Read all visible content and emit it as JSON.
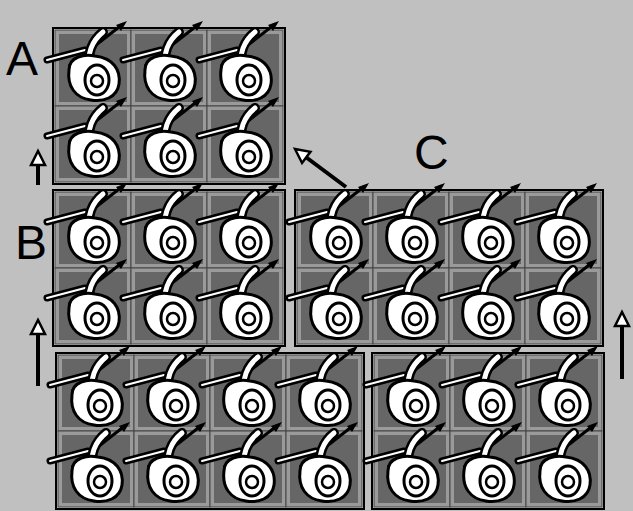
{
  "diagram": {
    "nodes": [
      {
        "text": [
          "A"
        ]
      },
      {
        "text": [
          "B"
        ]
      },
      {
        "text": [
          "C"
        ]
      }
    ],
    "edges": [
      {
        "from": 1,
        "to": 0,
        "arrow": "to"
      },
      {
        "from": 2,
        "to": 0,
        "arrow": "to"
      }
    ]
  }
}
